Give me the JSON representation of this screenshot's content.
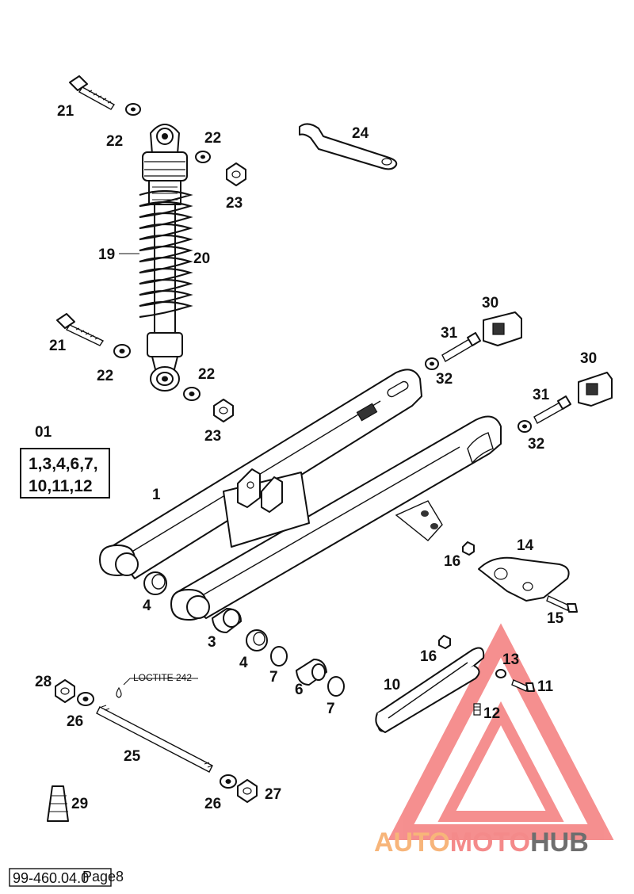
{
  "labels": {
    "l21a": "21",
    "l22a": "22",
    "l22b": "22",
    "l23a": "23",
    "l24": "24",
    "l19": "19",
    "l20": "20",
    "l21b": "21",
    "l22c": "22",
    "l22d": "22",
    "l23b": "23",
    "l30a": "30",
    "l31a": "31",
    "l32a": "32",
    "l30b": "30",
    "l31b": "31",
    "l32b": "32",
    "l01": "01",
    "l1": "1",
    "l14": "14",
    "l16a": "16",
    "l15": "15",
    "l4a": "4",
    "l3": "3",
    "l4b": "4",
    "l7a": "7",
    "l6": "6",
    "l7b": "7",
    "l28": "28",
    "l26a": "26",
    "l25": "25",
    "l29": "29",
    "l26b": "26",
    "l27": "27",
    "l16b": "16",
    "l13": "13",
    "l10": "10",
    "l11": "11",
    "l12": "12"
  },
  "kit_box": {
    "line1": "1,3,4,6,7,",
    "line2": "10,11,12"
  },
  "annotation": {
    "loctite": "LOCTITE 242"
  },
  "footer": {
    "ref": "99-460.04.0",
    "page": "Page8"
  },
  "watermark": {
    "part1": "AUTO",
    "part2": "MOTO",
    "part3": "HUB",
    "colors": {
      "auto": "#f7b57a",
      "moto": "#f48a8a",
      "hub": "#6e6e6e",
      "triangle": "#f47c7c"
    }
  }
}
